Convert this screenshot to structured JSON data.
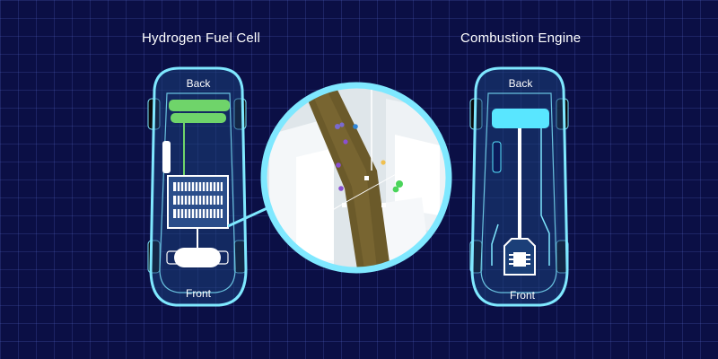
{
  "diagram": {
    "left_vehicle": {
      "title": "Hydrogen Fuel Cell",
      "back_label": "Back",
      "front_label": "Front"
    },
    "right_vehicle": {
      "title": "Combustion Engine",
      "back_label": "Back",
      "front_label": "Front"
    }
  },
  "colors": {
    "background": "#0b0f45",
    "grid": "#3a4aa0",
    "outline": "#7fe8ff",
    "body_fill": "#1b3f78",
    "fuel_cell_green": "#6fd46a",
    "engine_cyan": "#59e6ff",
    "tire": "#0a0a0a"
  }
}
